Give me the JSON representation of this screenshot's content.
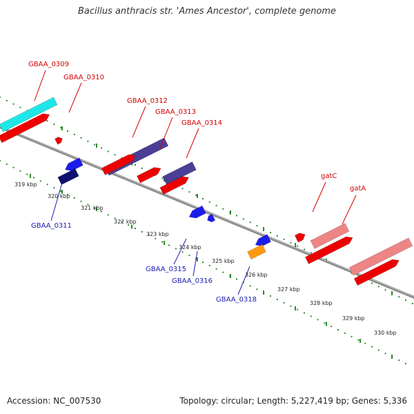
{
  "header": {
    "title": "Bacillus anthracis str. 'Ames Ancestor', complete genome"
  },
  "footer": {
    "accession": "Accession: NC_007530",
    "summary": "Topology: circular; Length: 5,227,419 bp; Genes: 5,336"
  },
  "colors": {
    "backbone": "#8c8c8c",
    "tick": "#2e8b2e",
    "forward_label": "#d40000",
    "reverse_label": "#1a1ab4",
    "cds_forward": "#ee0000",
    "cds_reverse": "#1c1cee",
    "gene_cyan": "#1ee6e6",
    "gene_slate": "#4b3f96",
    "gene_navy": "#101070",
    "gene_orange": "#ff9a10",
    "gene_pink": "#ee8585"
  },
  "diagram": {
    "scale_unit": "kbp",
    "ticks": [
      "319 kbp",
      "320 kbp",
      "321 kbp",
      "322 kbp",
      "323 kbp",
      "324 kbp",
      "325 kbp",
      "326 kbp",
      "327 kbp",
      "328 kbp",
      "329 kbp",
      "330 kbp"
    ],
    "forward_genes": [
      "GBAA_0309",
      "GBAA_0310",
      "GBAA_0312",
      "GBAA_0313",
      "GBAA_0314",
      "gatC",
      "gatA"
    ],
    "reverse_genes": [
      "GBAA_0311",
      "GBAA_0315",
      "GBAA_0316",
      "GBAA_0318"
    ]
  }
}
